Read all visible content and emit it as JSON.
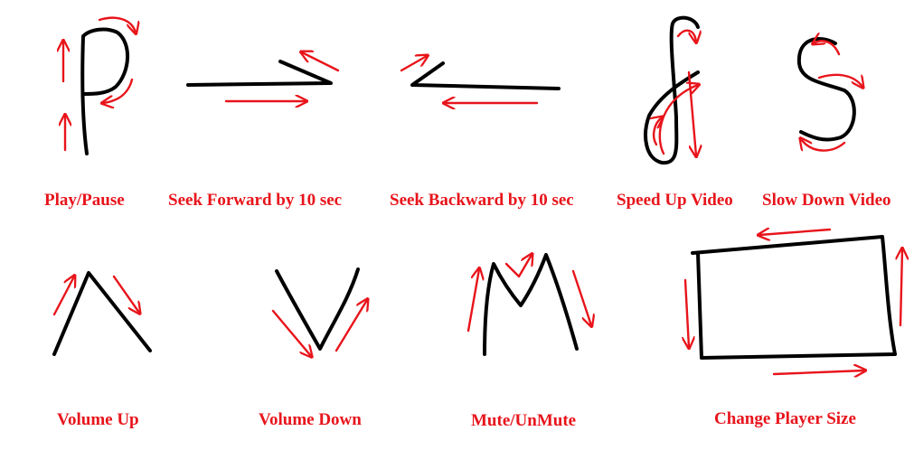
{
  "gestures": [
    {
      "id": "play-pause",
      "label": "Play/Pause"
    },
    {
      "id": "seek-forward",
      "label": "Seek Forward by 10 sec"
    },
    {
      "id": "seek-backward",
      "label": "Seek Backward by 10 sec"
    },
    {
      "id": "speed-up",
      "label": "Speed Up Video"
    },
    {
      "id": "slow-down",
      "label": "Slow Down Video"
    },
    {
      "id": "volume-up",
      "label": "Volume Up"
    },
    {
      "id": "volume-down",
      "label": "Volume Down"
    },
    {
      "id": "mute",
      "label": "Mute/UnMute"
    },
    {
      "id": "player-size",
      "label": "Change Player Size"
    }
  ],
  "colors": {
    "stroke": "#000000",
    "arrow": "#e8141b",
    "label": "#e8141b"
  }
}
